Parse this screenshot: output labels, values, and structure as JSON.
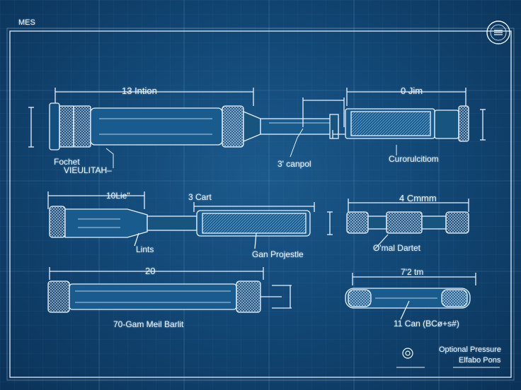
{
  "colors": {
    "background": "#124876",
    "line": "#e6f2ff",
    "grid": "#4f86b6"
  },
  "corner": {
    "top_left_text": "MES",
    "badge_icon": "seal-badge-icon"
  },
  "labels": {
    "dim_top_left": "13 Intion",
    "dim_top_right": "0 Jim",
    "fochet_line1": "Fochet",
    "fochet_line2": "VIEULITAH–",
    "canpol": "3' canpol",
    "curorulcitiom": "Curorulcitiom",
    "dim_mid_left": "10Lie\"",
    "dim_mid_center": "3 Cart",
    "dim_mid_right": "4 Cmmm",
    "lints": "Lints",
    "gan_projestle": "Gan Projestle",
    "omal_dartet": "O'mal Dartet",
    "dim_bottom_left": "20",
    "dim_bottom_right": "7'2 tm",
    "gam_meil_barlit": "70-Gam Meil Barlit",
    "gan_bc": "11 Can (BCø+s#)",
    "optional_pressure": "Optional Pressure",
    "elfabo_pons": "Elfabo Pons"
  }
}
